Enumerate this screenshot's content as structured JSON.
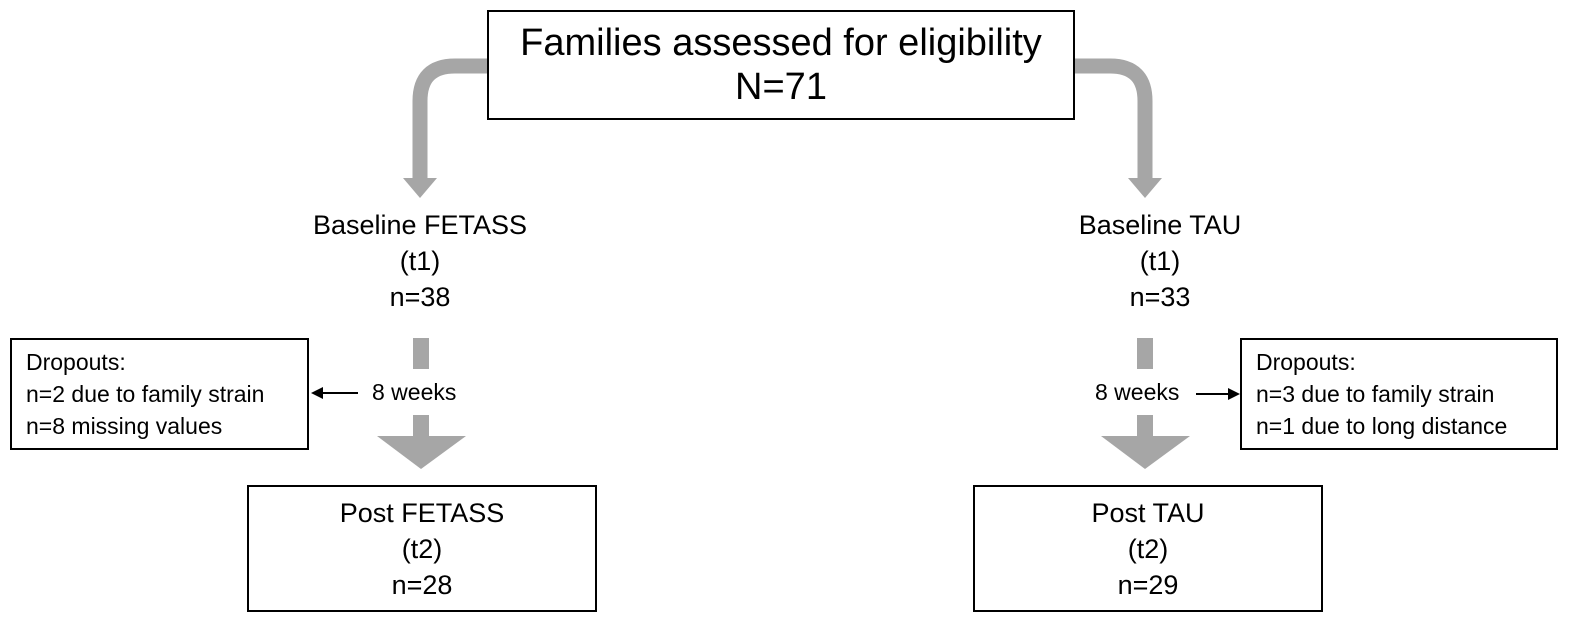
{
  "top": {
    "line1": "Families assessed for eligibility",
    "line2": "N=71"
  },
  "fetass": {
    "baseline": {
      "title": "Baseline FETASS",
      "time": "(t1)",
      "n": "n=38"
    },
    "interval": "8 weeks",
    "dropouts": {
      "title": "Dropouts:",
      "items": [
        "n=2 due to family strain",
        "n=8 missing values"
      ]
    },
    "post": {
      "title": "Post FETASS",
      "time": "(t2)",
      "n": "n=28"
    }
  },
  "tau": {
    "baseline": {
      "title": "Baseline TAU",
      "time": "(t1)",
      "n": "n=33"
    },
    "interval": "8 weeks",
    "dropouts": {
      "title": "Dropouts:",
      "items": [
        "n=3 due to family strain",
        "n=1 due to long distance"
      ]
    },
    "post": {
      "title": "Post TAU",
      "time": "(t2)",
      "n": "n=29"
    }
  },
  "colors": {
    "connector": "#a6a6a6",
    "border": "#000000",
    "text": "#000000"
  }
}
